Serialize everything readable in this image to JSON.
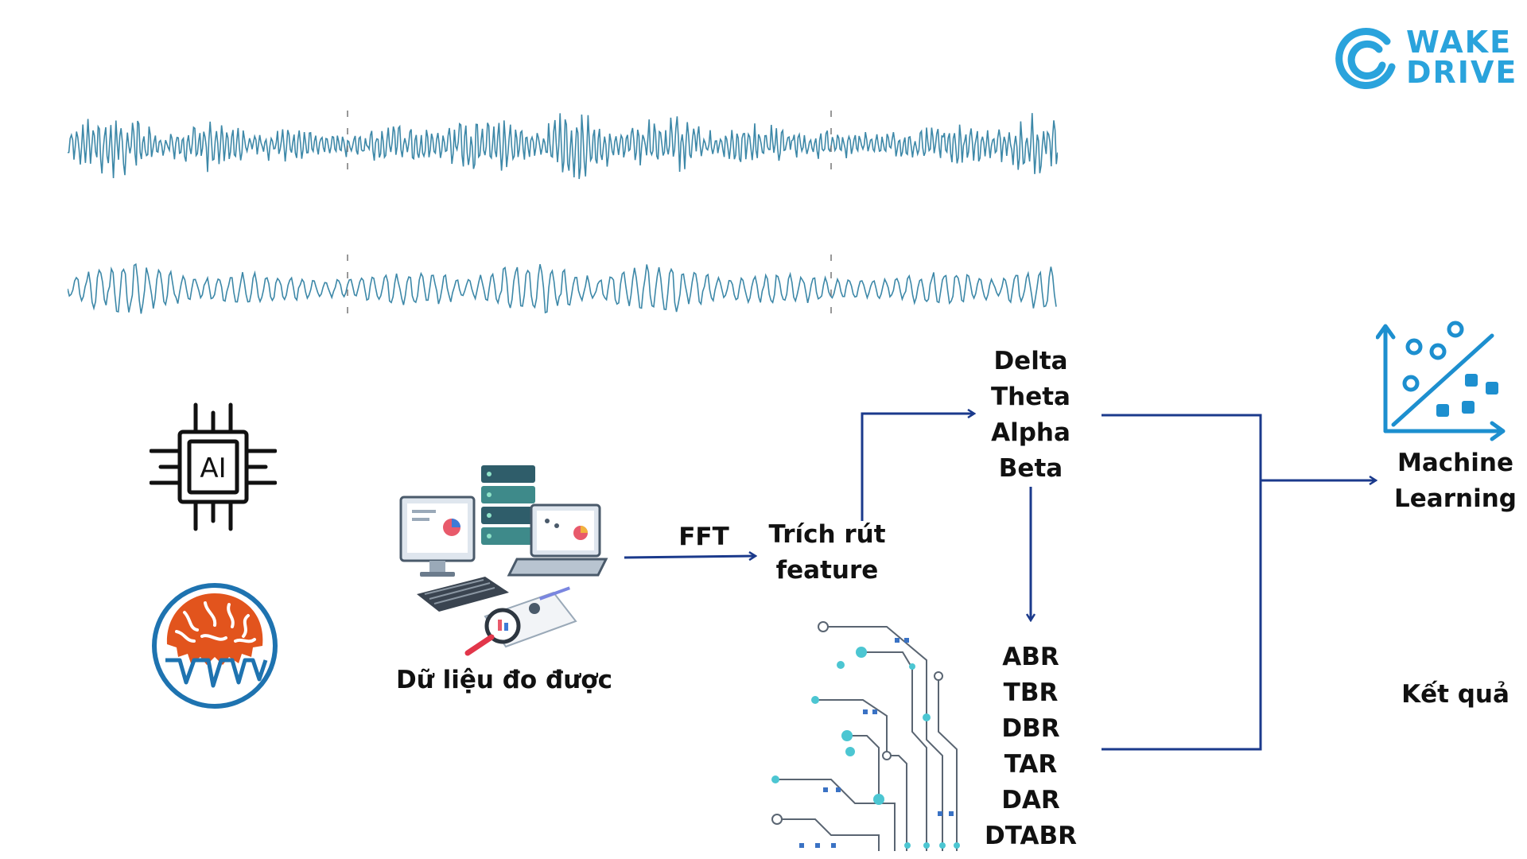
{
  "logo": {
    "line1": "WAKE",
    "line2": "DRIVE",
    "color": "#2aa3dc"
  },
  "signals": {
    "color": "#3d88a8",
    "tick_color": "#777777"
  },
  "icons": {
    "ai_chip": {
      "label": "AI",
      "name": "ai-chip-icon"
    },
    "brain": {
      "name": "brain-wave-icon",
      "brain_color": "#e2541d",
      "ring_color": "#1e73b0"
    },
    "data_devices": {
      "name": "computers-data-icon"
    },
    "circuit": {
      "name": "circuit-icon",
      "color": "#4cc6d2"
    },
    "scatter_ml": {
      "name": "ml-scatter-icon",
      "color": "#1d8fcf"
    }
  },
  "nodes": {
    "data_measured": "Dữ liệu đo được",
    "fft": "FFT",
    "feature_extraction": [
      "Trích rút",
      "feature"
    ],
    "bands": [
      "Delta",
      "Theta",
      "Alpha",
      "Beta"
    ],
    "ratios": [
      "ABR",
      "TBR",
      "DBR",
      "TAR",
      "DAR",
      "DTABR"
    ],
    "machine_learning": [
      "Machine",
      "Learning"
    ],
    "result": "Kết quả"
  },
  "arrow_color": "#1b3a8c"
}
